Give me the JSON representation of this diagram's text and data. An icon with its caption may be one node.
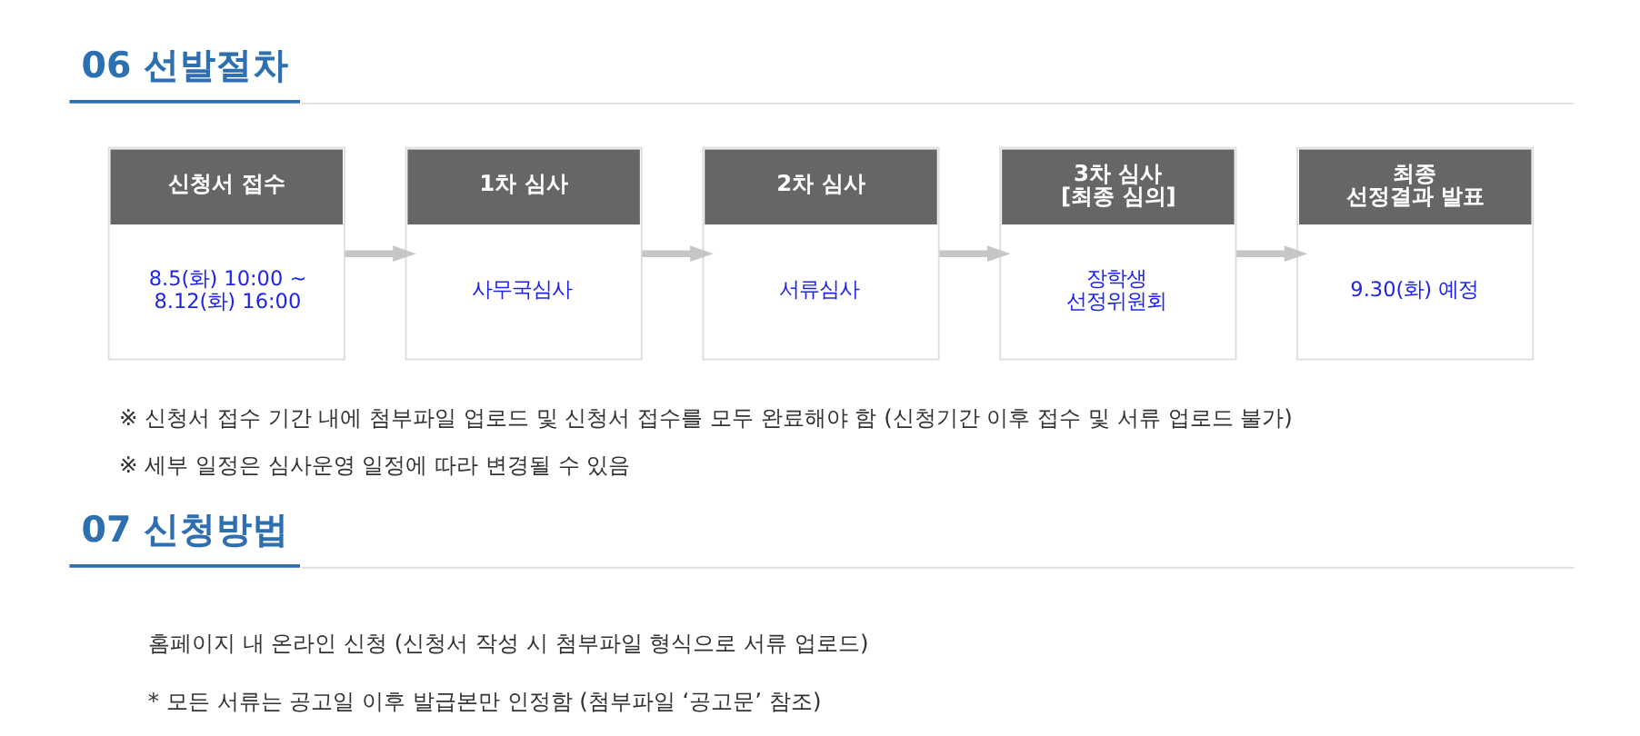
{
  "diagram": {
    "title": "06 선발절차",
    "nodes": [
      {
        "text": [
          "신청서 접수",
          "8.5(화) 10:00 ~ 8.12(화) 16:00"
        ]
      },
      {
        "text": [
          "1차 심사",
          "사무국심사"
        ]
      },
      {
        "text": [
          "2차 심사",
          "서류심사"
        ]
      },
      {
        "text": [
          "3차 심사 [최종 심의]",
          "장학생 선정위원회"
        ]
      },
      {
        "text": [
          "최종 선정결과 발표",
          "9.30(화) 예정"
        ]
      }
    ],
    "edges": [
      {
        "from": 0,
        "to": 1,
        "arrow": "to"
      },
      {
        "from": 1,
        "to": 2,
        "arrow": "to"
      },
      {
        "from": 2,
        "to": 3,
        "arrow": "to"
      },
      {
        "from": 3,
        "to": 4,
        "arrow": "to"
      }
    ],
    "labels": [
      "※ 신청서 접수 기간 내에 첨부파일 업로드 및 신청서 접수를 모두 완료해야 함 (신청기간 이후 접수 및 서류 업로드 불가)",
      "※ 세부 일정은 심사운영 일정에 따라 변경될 수 있음",
      "07 신청방법",
      "홈페이지 내 온라인 신청 (신청서 작성 시 첨부파일 형식으로 서류 업로드)",
      "* 모든 서류는 공고일 이후 발급본만 인정함 (첨부파일 ‘공고문’ 참조)"
    ]
  }
}
